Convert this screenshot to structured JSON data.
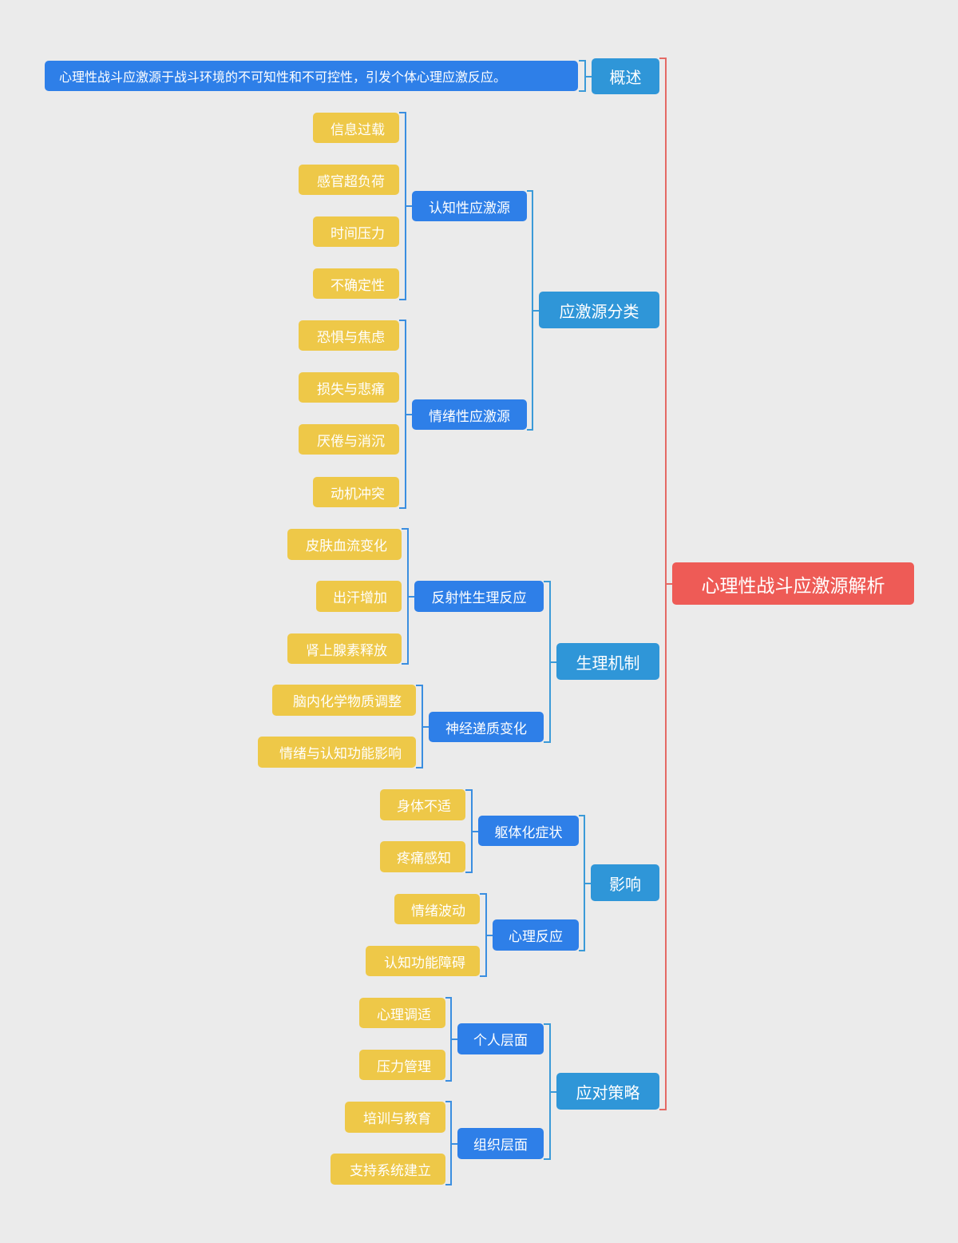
{
  "root": {
    "label": "心理性战斗应激源解析"
  },
  "branches": {
    "overview": {
      "label": "概述",
      "summary": "心理性战斗应激源于战斗环境的不可知性和不可控性，引发个体心理应激反应。"
    },
    "classification": {
      "label": "应激源分类",
      "groups": [
        {
          "label": "认知性应激源",
          "items": [
            "信息过载",
            "感官超负荷",
            "时间压力",
            "不确定性"
          ]
        },
        {
          "label": "情绪性应激源",
          "items": [
            "恐惧与焦虑",
            "损失与悲痛",
            "厌倦与消沉",
            "动机冲突"
          ]
        }
      ]
    },
    "mechanism": {
      "label": "生理机制",
      "groups": [
        {
          "label": "反射性生理反应",
          "items": [
            "皮肤血流变化",
            "出汗增加",
            "肾上腺素释放"
          ]
        },
        {
          "label": "神经递质变化",
          "items": [
            "脑内化学物质调整",
            "情绪与认知功能影响"
          ]
        }
      ]
    },
    "impact": {
      "label": "影响",
      "groups": [
        {
          "label": "躯体化症状",
          "items": [
            "身体不适",
            "疼痛感知"
          ]
        },
        {
          "label": "心理反应",
          "items": [
            "情绪波动",
            "认知功能障碍"
          ]
        }
      ]
    },
    "strategy": {
      "label": "应对策略",
      "groups": [
        {
          "label": "个人层面",
          "items": [
            "心理调适",
            "压力管理"
          ]
        },
        {
          "label": "组织层面",
          "items": [
            "培训与教育",
            "支持系统建立"
          ]
        }
      ]
    }
  },
  "colors": {
    "background": "#ebebeb",
    "root": "#ee5b56",
    "level1": "#2f96d8",
    "level2": "#2e7fe8",
    "leaf": "#eec848",
    "root_connector": "#e46a65",
    "connector": "#3a8ee0"
  }
}
